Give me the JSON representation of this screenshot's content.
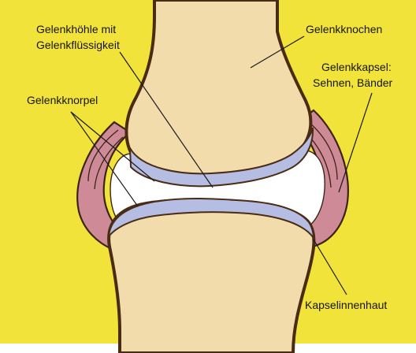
{
  "colors": {
    "background": "#f2e33a",
    "bone": "#f3dcab",
    "bone_outline": "#4a2b14",
    "cartilage": "#b6bde2",
    "joint_cavity": "#ffffff",
    "capsule": "#cf8a97"
  },
  "labels": {
    "cavity_line1": "Gelenkhöhle mit",
    "cavity_line2": "Gelenkflüssigkeit",
    "bone": "Gelenkknochen",
    "cartilage": "Gelenkknorpel",
    "capsule_line1": "Gelenkkapsel:",
    "capsule_line2": "Sehnen, Bänder",
    "synovium": "Kapselinnenhaut"
  }
}
